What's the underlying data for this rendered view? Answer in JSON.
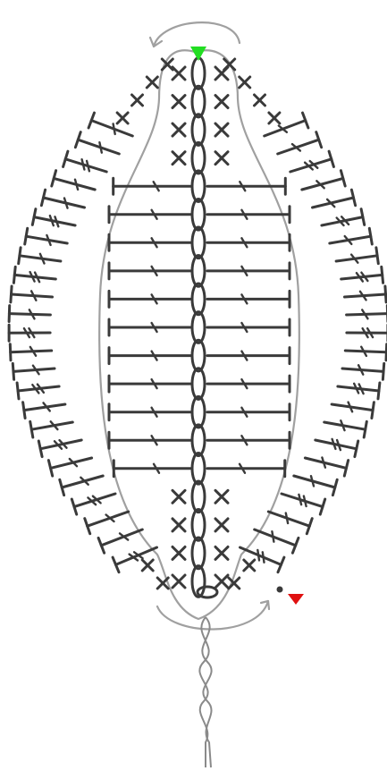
{
  "diagram": {
    "kind": "crochet-leaf-chart",
    "colors": {
      "paper": "#ffffff",
      "ink": "#3a3a3a",
      "guide": "#9a9a9a",
      "start_marker": "#22dd22",
      "end_marker": "#e01010"
    },
    "foundation_chain_count": 19,
    "stitch_symbols": [
      "chain",
      "single-crochet",
      "double-crochet",
      "triple-crochet"
    ],
    "markers": [
      "start-marker",
      "end-marker"
    ]
  }
}
